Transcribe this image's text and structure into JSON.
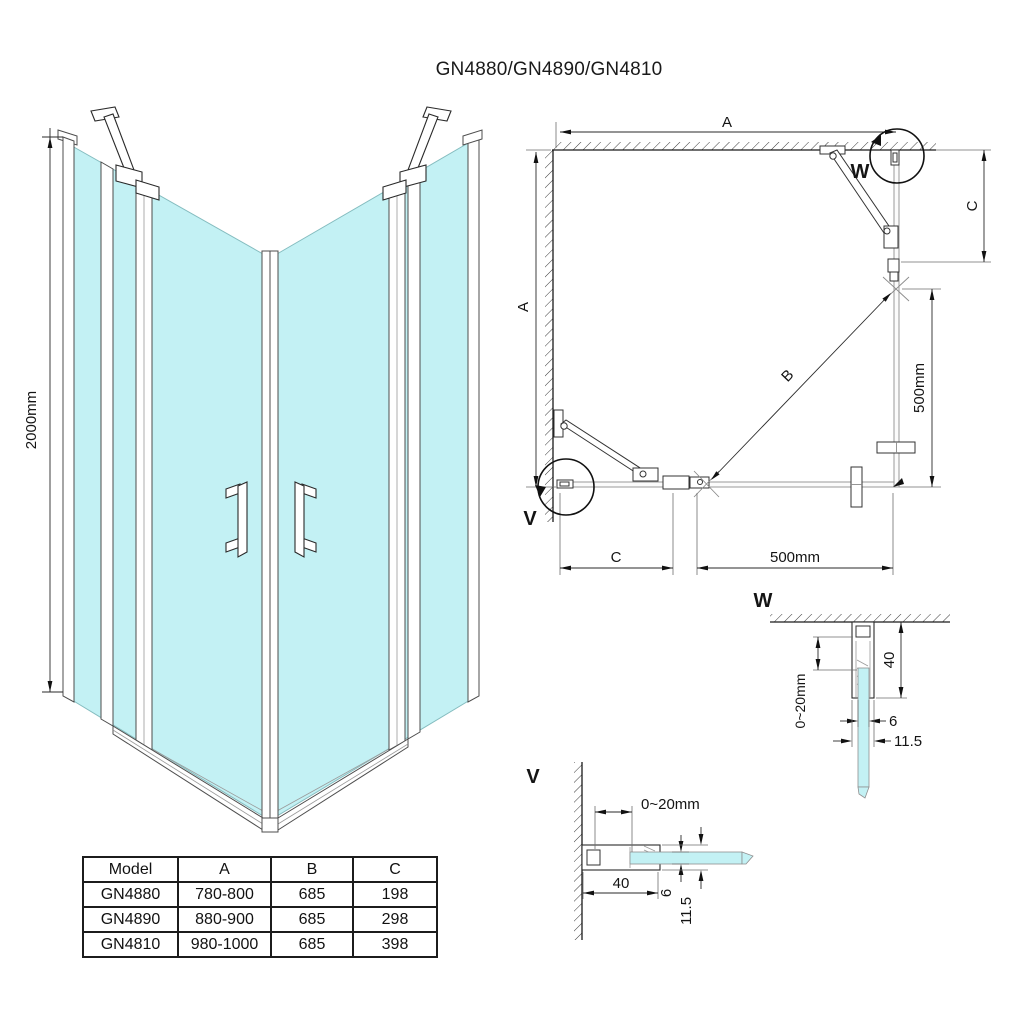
{
  "title": "GN4880/GN4890/GN4810",
  "colors": {
    "glass": "#c3f1f4",
    "line": "#1a1a1a"
  },
  "iso_view": {
    "height_dim": "2000mm"
  },
  "plan_view": {
    "dim_width_top": "A",
    "dim_depth_left": "A",
    "dim_fixed_right": "C",
    "dim_door_right": "500mm",
    "dim_diagonal": "B",
    "dim_door_bottom": "500mm",
    "dim_fixed_bottom": "C",
    "detail_ref_w": "W",
    "detail_ref_v": "V"
  },
  "detail_w": {
    "label": "W",
    "dim_adjust": "0~20mm",
    "dim_profile_depth": "40",
    "dim_glass_thickness": "6",
    "dim_profile_width": "11.5"
  },
  "detail_v": {
    "label": "V",
    "dim_adjust": "0~20mm",
    "dim_profile_depth": "40",
    "dim_glass_thickness": "6",
    "dim_profile_width": "11.5"
  },
  "spec_table": {
    "headers": [
      "Model",
      "A",
      "B",
      "C"
    ],
    "rows": [
      [
        "GN4880",
        "780-800",
        "685",
        "198"
      ],
      [
        "GN4890",
        "880-900",
        "685",
        "298"
      ],
      [
        "GN4810",
        "980-1000",
        "685",
        "398"
      ]
    ]
  }
}
